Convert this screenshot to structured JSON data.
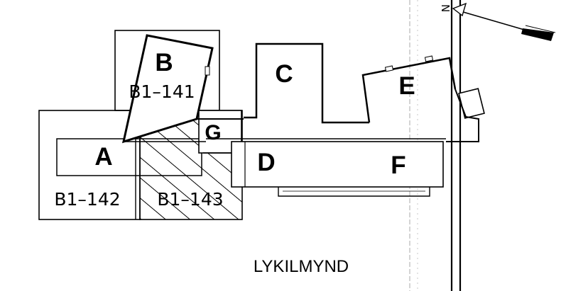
{
  "buildings": {
    "A": "A",
    "B": "B",
    "C": "C",
    "D": "D",
    "E": "E",
    "F": "F",
    "G": "G"
  },
  "plots": {
    "b1_141": "B1–141",
    "b1_142": "B1–142",
    "b1_143": "B1–143"
  },
  "caption": "LYKILMYND",
  "north_arrow": {
    "label": "N",
    "icon": "north-arrow-icon"
  },
  "colors": {
    "ink": "#000000",
    "background": "#ffffff",
    "guide": "#9a9a9a"
  }
}
